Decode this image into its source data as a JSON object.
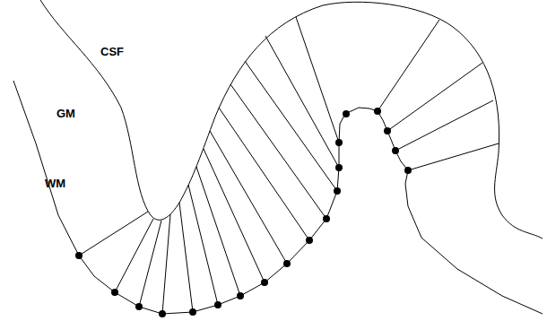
{
  "diagram": {
    "labels": [
      "CSF",
      "GM",
      "WM"
    ]
  }
}
